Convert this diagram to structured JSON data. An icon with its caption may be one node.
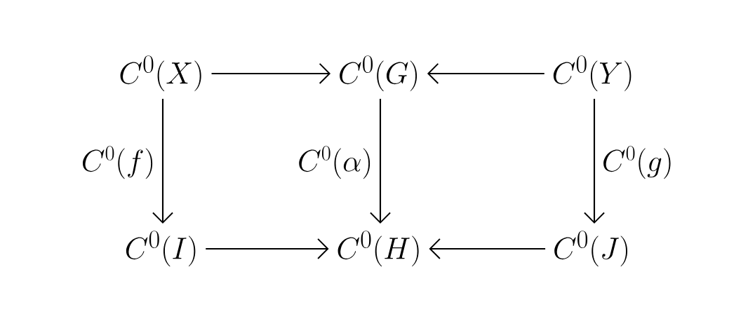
{
  "diagram": {
    "nodes": [
      {
        "text": [
          "C^0(X)"
        ]
      },
      {
        "text": [
          "C^0(G)"
        ]
      },
      {
        "text": [
          "C^0(Y)"
        ]
      },
      {
        "text": [
          "C^0(I)"
        ]
      },
      {
        "text": [
          "C^0(H)"
        ]
      },
      {
        "text": [
          "C^0(J)"
        ]
      }
    ],
    "edges": [
      {
        "from": 0,
        "to": 1,
        "arrow": "to"
      },
      {
        "from": 2,
        "to": 1,
        "arrow": "to"
      },
      {
        "from": 0,
        "to": 3,
        "arrow": "to",
        "label": "C^0(f)"
      },
      {
        "from": 1,
        "to": 4,
        "arrow": "to",
        "label": "C^0(\\alpha)"
      },
      {
        "from": 2,
        "to": 5,
        "arrow": "to",
        "label": "C^0(g)"
      },
      {
        "from": 3,
        "to": 4,
        "arrow": "to"
      },
      {
        "from": 5,
        "to": 4,
        "arrow": "to"
      }
    ]
  }
}
